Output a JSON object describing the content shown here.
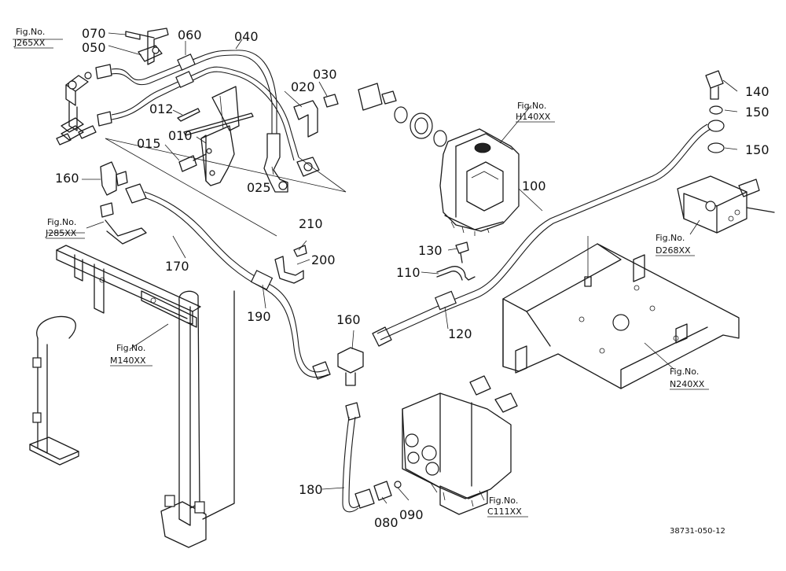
{
  "diagram": {
    "part_numbers": {
      "p010": "010",
      "p012": "012",
      "p015": "015",
      "p020": "020",
      "p025": "025",
      "p030": "030",
      "p040": "040",
      "p050": "050",
      "p060": "060",
      "p070": "070",
      "p080": "080",
      "p090": "090",
      "p100": "100",
      "p110": "110",
      "p120": "120",
      "p130": "130",
      "p140": "140",
      "p150a": "150",
      "p150b": "150",
      "p160a": "160",
      "p160b": "160",
      "p170": "170",
      "p180": "180",
      "p190": "190",
      "p200": "200",
      "p210": "210"
    },
    "figure_refs": {
      "j265": {
        "label": "Fig.No.",
        "code": "J265XX"
      },
      "j285": {
        "label": "Fig.No.",
        "code": "J285XX"
      },
      "m140": {
        "label": "Fig.No.",
        "code": "M140XX"
      },
      "h140": {
        "label": "Fig.No.",
        "code": "H140XX"
      },
      "d268": {
        "label": "Fig.No.",
        "code": "D268XX"
      },
      "n240": {
        "label": "Fig.No.",
        "code": "N240XX"
      },
      "c111": {
        "label": "Fig.No.",
        "code": "C111XX"
      }
    },
    "drawing_code": "38731-050-12"
  }
}
